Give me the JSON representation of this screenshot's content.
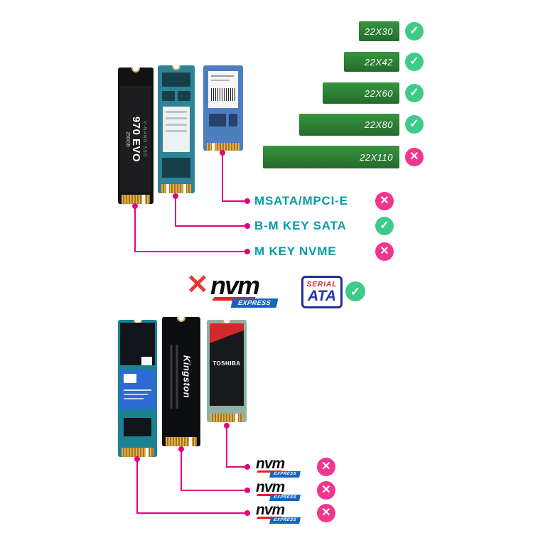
{
  "compat_chart": {
    "sizes": [
      {
        "label": "22X30",
        "supported": true
      },
      {
        "label": "22X42",
        "supported": true
      },
      {
        "label": "22X60",
        "supported": true
      },
      {
        "label": "22X80",
        "supported": true
      },
      {
        "label": "22X110",
        "supported": false
      }
    ],
    "interfaces": [
      {
        "label": "MSATA/MPCI-E",
        "supported": false
      },
      {
        "label": "B-M KEY SATA",
        "supported": true
      },
      {
        "label": "M KEY NVME",
        "supported": false
      }
    ]
  },
  "logos": {
    "nvme_big": {
      "text": "nvm",
      "sub": "EXPRESS",
      "supported": false
    },
    "sata": {
      "top": "SERIAL",
      "main": "ATA",
      "supported": true
    }
  },
  "bottom_nvme_rows": [
    {
      "text": "nvm",
      "sub": "EXPRESS",
      "supported": false
    },
    {
      "text": "nvm",
      "sub": "EXPRESS",
      "supported": false
    },
    {
      "text": "nvm",
      "sub": "EXPRESS",
      "supported": false
    }
  ],
  "ssd_labels": {
    "samsung_line1": "V-NAND SSD",
    "samsung_model": "970 EVO",
    "samsung_capacity": "250GB",
    "kingston_brand": "Kingston",
    "toshiba_brand": "TOSHIBA"
  },
  "icons": {
    "check": "✓",
    "cross": "✕"
  },
  "colors": {
    "bar_green": "#2e7d32",
    "check_green": "#3ecb8a",
    "cross_pink": "#f0368f",
    "trace_pink": "#e6007e",
    "interface_teal": "#0a9aa8",
    "nvme_blue": "#1565c0",
    "nvme_red": "#e2231a",
    "sata_blue": "#2438a5",
    "sata_red": "#d01f26"
  }
}
